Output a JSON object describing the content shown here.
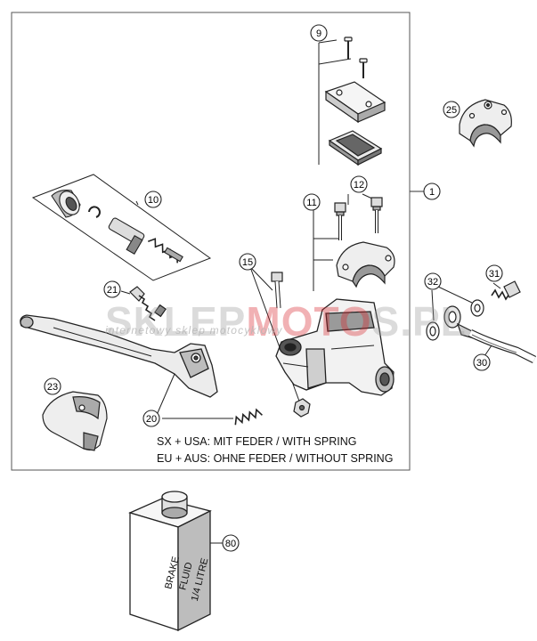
{
  "callouts": [
    {
      "id": "c9",
      "label": "9"
    },
    {
      "id": "c25",
      "label": "25"
    },
    {
      "id": "c10",
      "label": "10"
    },
    {
      "id": "c12",
      "label": "12"
    },
    {
      "id": "c11",
      "label": "11"
    },
    {
      "id": "c1",
      "label": "1"
    },
    {
      "id": "c15",
      "label": "15"
    },
    {
      "id": "c21",
      "label": "21"
    },
    {
      "id": "c32",
      "label": "32"
    },
    {
      "id": "c31",
      "label": "31"
    },
    {
      "id": "c30",
      "label": "30"
    },
    {
      "id": "c23",
      "label": "23"
    },
    {
      "id": "c20",
      "label": "20"
    },
    {
      "id": "c80",
      "label": "80"
    }
  ],
  "notes": {
    "line1": "SX + USA:  MIT FEDER / WITH SPRING",
    "line2": "EU + AUS:  OHNE FEDER / WITHOUT SPRING"
  },
  "bottle_label": [
    "BRAKE",
    "FLUID",
    "1/4 LITRE"
  ],
  "watermark": {
    "part_a": "SKLEP",
    "part_b": "MOTO",
    "part_c": "S.PL",
    "sub": "internetowy sklep motocyklowy",
    "accent_color": "#d8232a"
  }
}
